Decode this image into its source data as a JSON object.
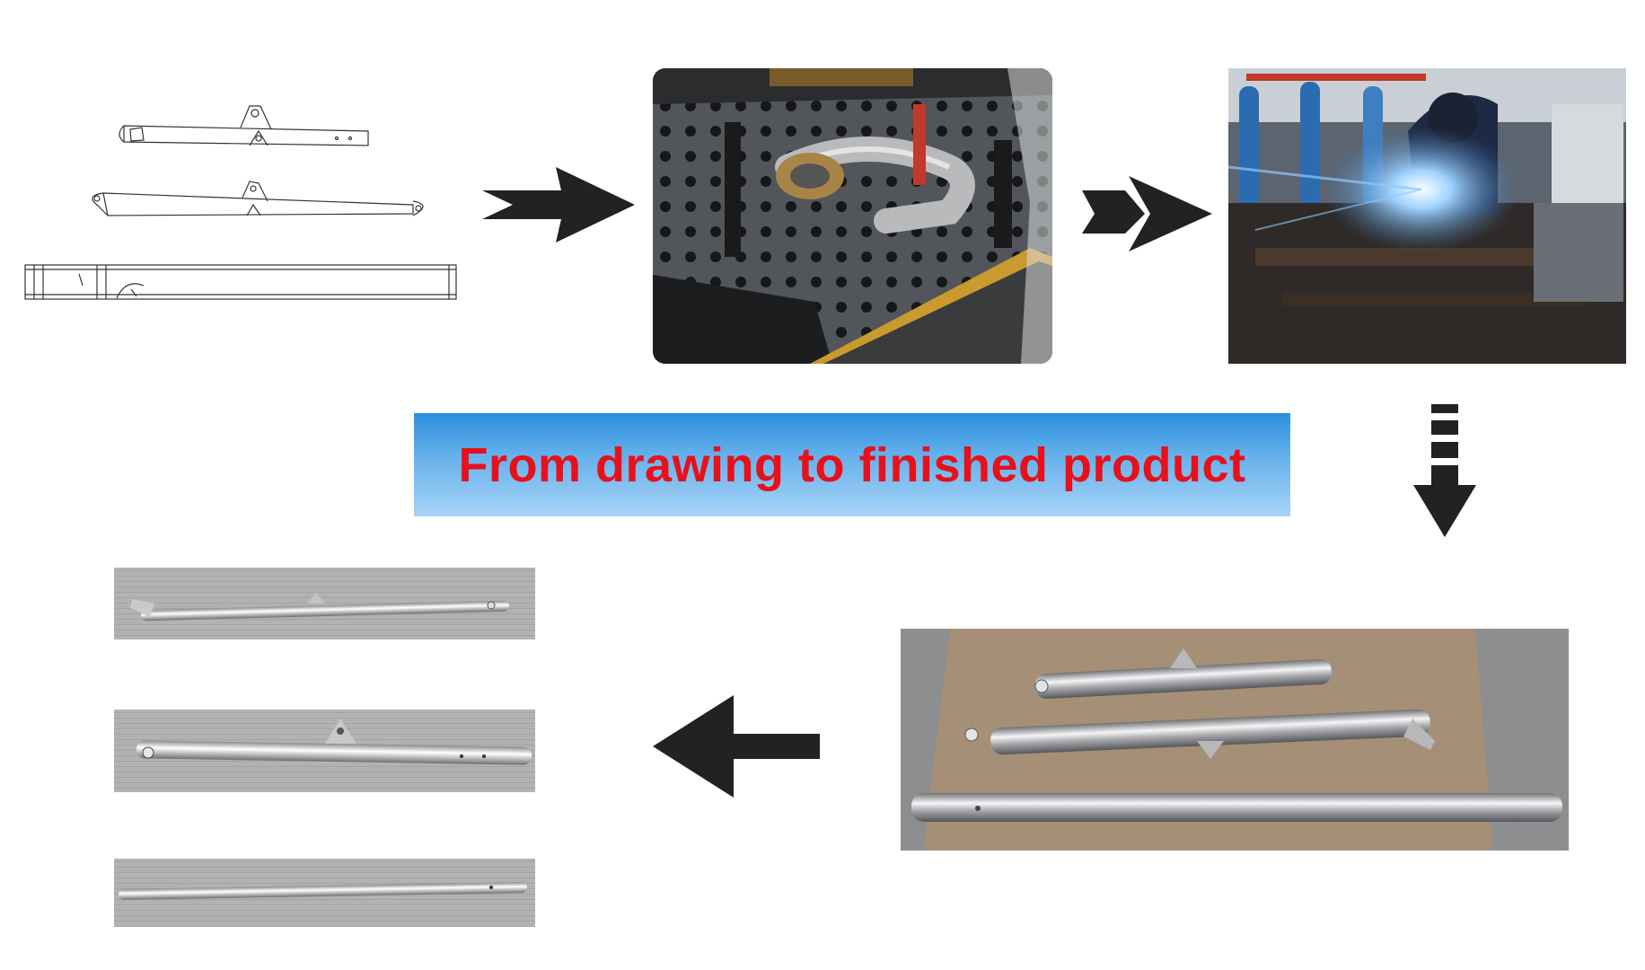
{
  "banner": {
    "title": "From drawing to finished product",
    "title_color": "#e8101a",
    "gradient_colors": [
      "#2a8fdd",
      "#a9d3f5"
    ]
  },
  "flow_steps": [
    {
      "step": "technical-drawing"
    },
    {
      "step": "fixture-table"
    },
    {
      "step": "welding"
    },
    {
      "step": "welded-parts"
    },
    {
      "step": "finished-parts"
    }
  ],
  "arrows": [
    {
      "icon": "arrow-right-icon"
    },
    {
      "icon": "arrow-right-icon"
    },
    {
      "icon": "arrow-down-icon"
    },
    {
      "icon": "arrow-left-icon"
    }
  ],
  "colors": {
    "arrow": "#222222",
    "background": "#ffffff"
  }
}
